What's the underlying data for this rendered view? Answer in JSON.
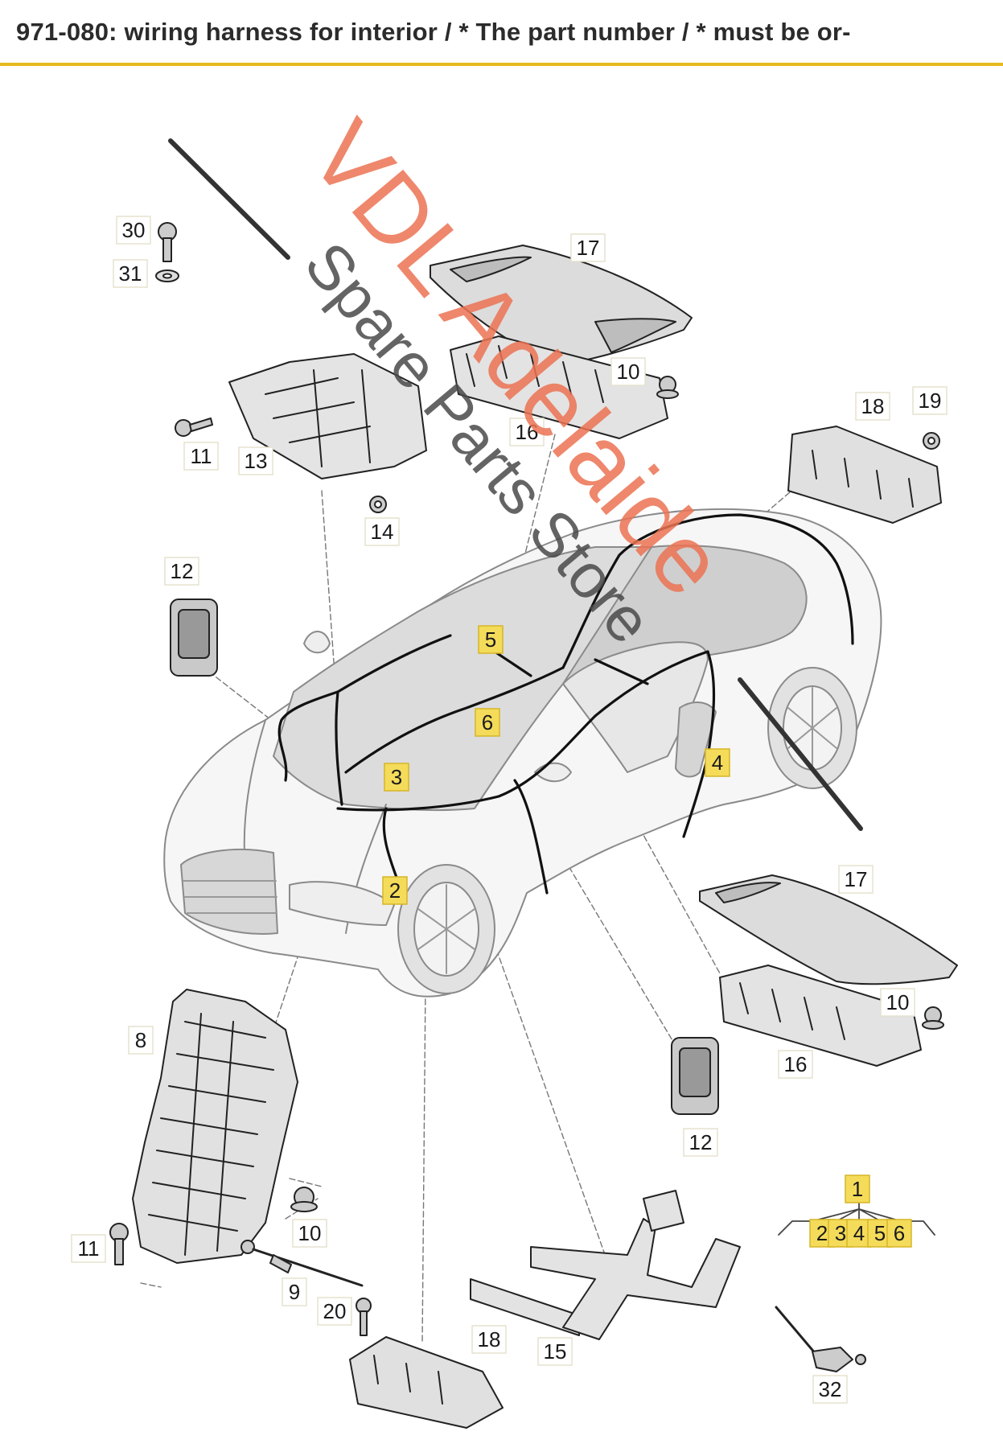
{
  "page": {
    "title": "971-080: wiring harness for interior / * The part number / * must be or-"
  },
  "watermark": {
    "line1": "VDL Adelaide",
    "line2": "Spare Parts Store",
    "colors": {
      "line1": "#ec7353",
      "line2": "#4a4a4a"
    }
  },
  "colors": {
    "accent": "#e5b91f",
    "highlight": "#f4dc5a"
  },
  "callouts": {
    "c30": "30",
    "c31": "31",
    "c17a": "17",
    "c10a": "10",
    "c16a": "16",
    "c18a": "18",
    "c19": "19",
    "c11a": "11",
    "c13": "13",
    "c14": "14",
    "c12a": "12",
    "c5": "5",
    "c6": "6",
    "c3": "3",
    "c4": "4",
    "c2": "2",
    "c17b": "17",
    "c10b": "10",
    "c16b": "16",
    "c8": "8",
    "c12b": "12",
    "c1": "1",
    "c1_2": "2",
    "c1_3": "3",
    "c1_4": "4",
    "c1_5": "5",
    "c1_6": "6",
    "c10c": "10",
    "c11b": "11",
    "c9": "9",
    "c20": "20",
    "c18b": "18",
    "c15": "15",
    "c32": "32"
  }
}
